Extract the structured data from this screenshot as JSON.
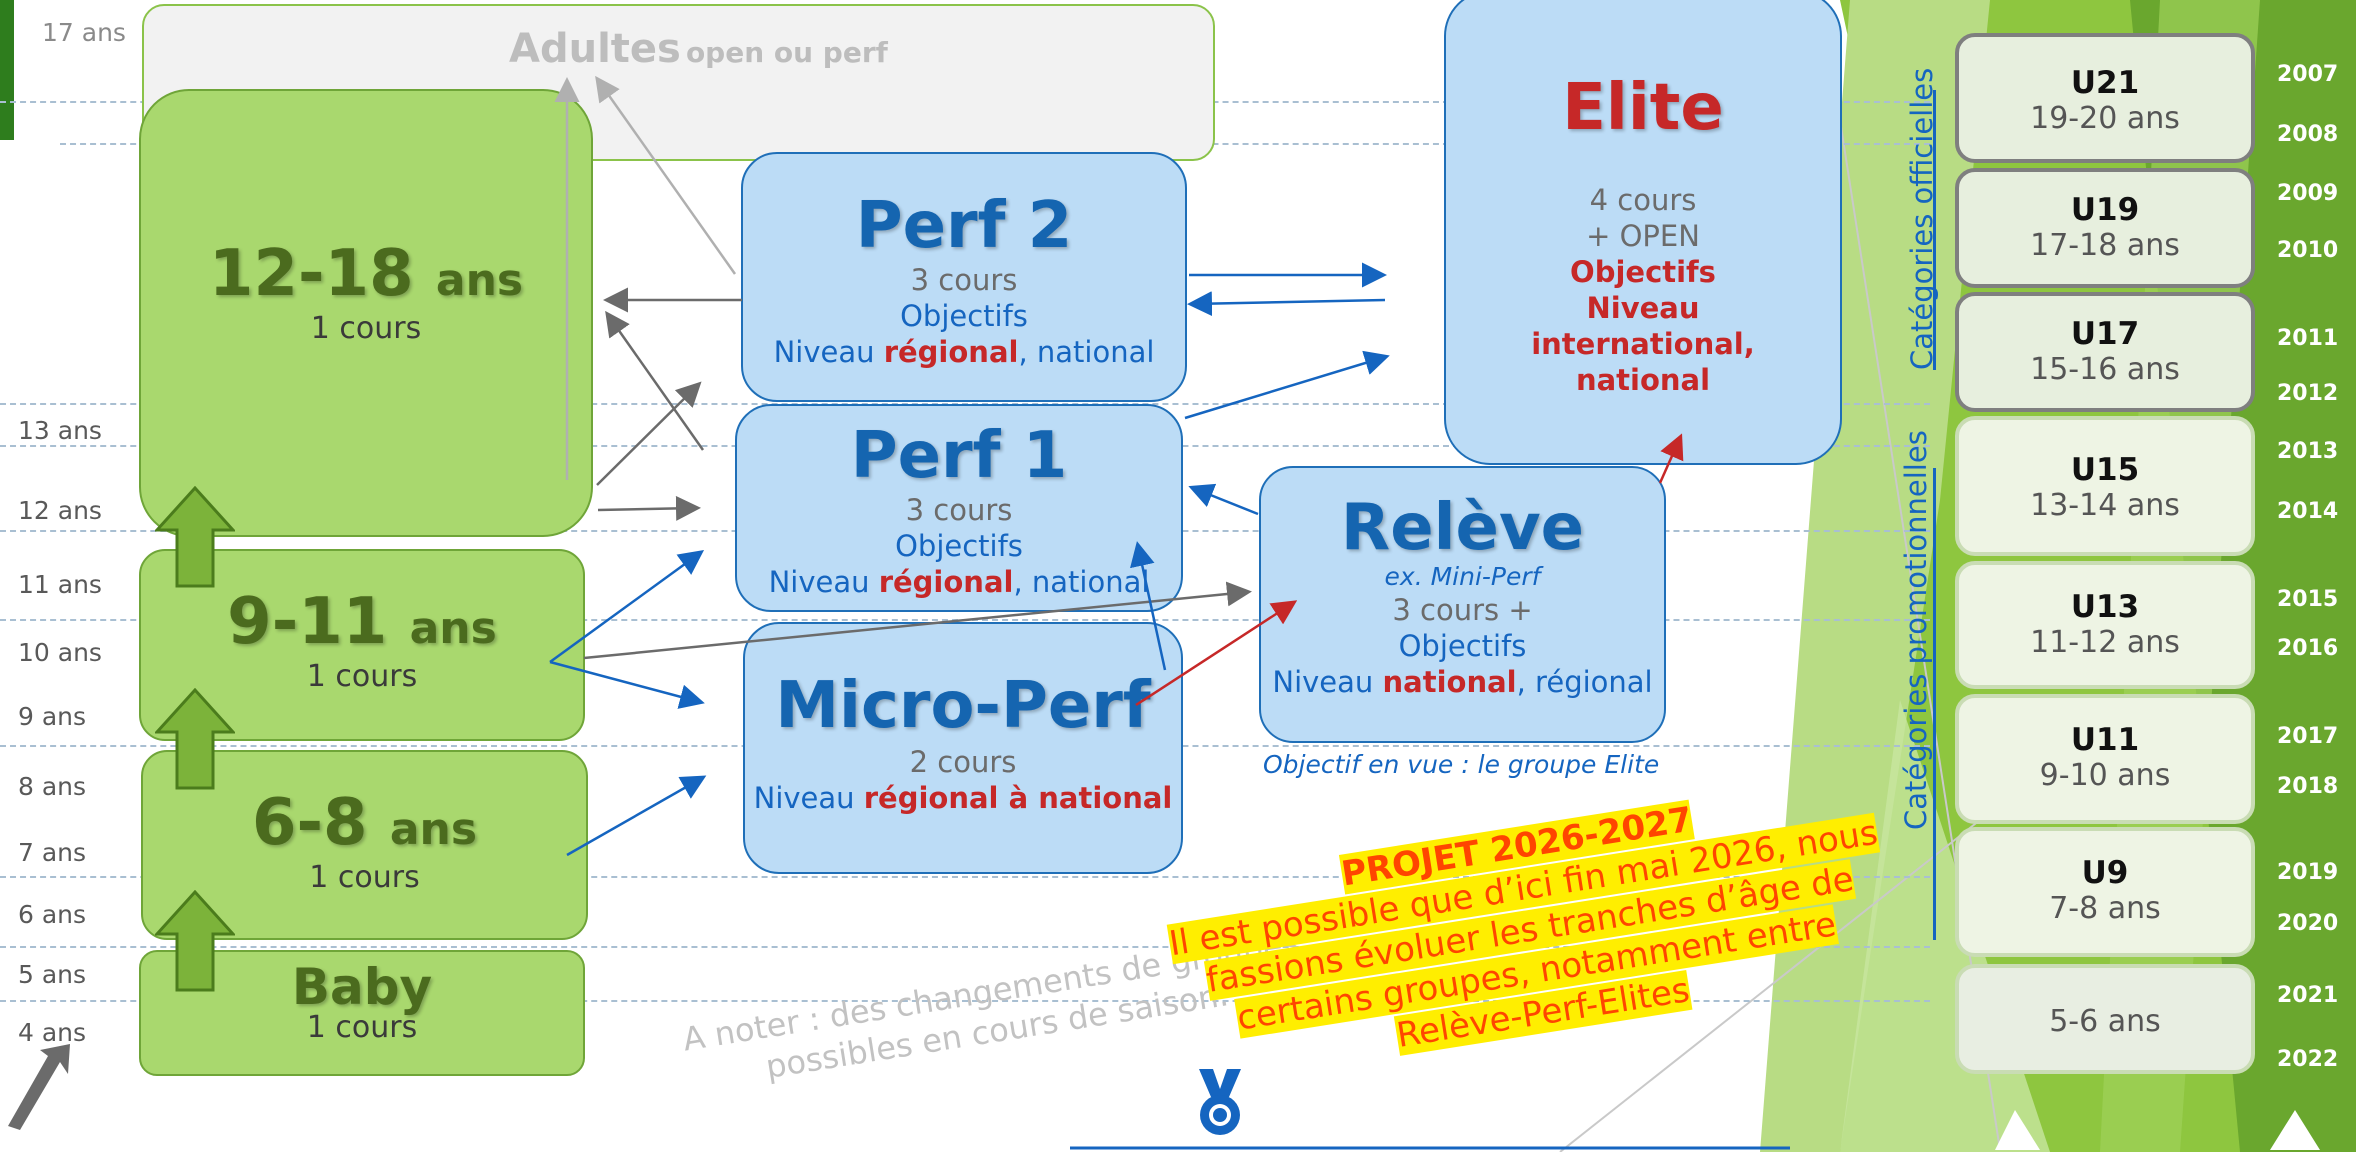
{
  "age_labels": [
    "17 ans",
    "13 ans",
    "12 ans",
    "11 ans",
    "10 ans",
    "9 ans",
    "8 ans",
    "7 ans",
    "6 ans",
    "5 ans",
    "4 ans"
  ],
  "adultes": {
    "title": "Adultes",
    "sub": "open ou perf"
  },
  "groups": {
    "g1218": {
      "title": "12-18",
      "unit": "ans",
      "sub": "1 cours"
    },
    "g911": {
      "title": "9-11",
      "unit": "ans",
      "sub": "1 cours"
    },
    "g68": {
      "title": "6-8",
      "unit": "ans",
      "sub": "1 cours"
    },
    "baby": {
      "title": "Baby",
      "sub": "1 cours"
    }
  },
  "perf2": {
    "title": "Perf 2",
    "cours": "3 cours",
    "obj": "Objectifs",
    "lvl_a": "Niveau ",
    "lvl_b": "régional",
    "lvl_c": ", national"
  },
  "perf1": {
    "title": "Perf 1",
    "cours": "3 cours",
    "obj": "Objectifs",
    "lvl_a": "Niveau ",
    "lvl_b": "régional",
    "lvl_c": ", national"
  },
  "micro": {
    "title": "Micro-Perf",
    "cours": "2 cours",
    "lvl_a": "Niveau ",
    "lvl_b": "régional à national"
  },
  "elite": {
    "title": "Elite",
    "c1": "4 cours",
    "c2": "+ OPEN",
    "obj": "Objectifs",
    "lvl": "Niveau international, national"
  },
  "releve": {
    "title": "Relève",
    "ex": "ex. Mini-Perf",
    "cours": "3 cours +",
    "obj": "Objectifs",
    "lvl_a": "Niveau ",
    "lvl_b": "national",
    "lvl_c": ", régional",
    "note": "Objectif en vue : le groupe Elite"
  },
  "project": {
    "title": "PROJET 2026-2027",
    "l1": "Il est possible que d’ici fin mai 2026, nous",
    "l2": "fassions évoluer les tranches d’âge de",
    "l3": "certains groupes, notamment entre",
    "l4": "Relève-Perf-Elites"
  },
  "note": {
    "l1": "A noter : des changements de groupes",
    "l2": "possibles en cours de saison."
  },
  "side": {
    "officielles": "Catégories officielles",
    "promotionnelles": "Catégories promotionnelles"
  },
  "categories": [
    {
      "u": "U21",
      "ages": "19-20 ans",
      "y1": "2007",
      "y2": "2008"
    },
    {
      "u": "U19",
      "ages": "17-18 ans",
      "y1": "2009",
      "y2": "2010"
    },
    {
      "u": "U17",
      "ages": "15-16 ans",
      "y1": "2011",
      "y2": "2012"
    },
    {
      "u": "U15",
      "ages": "13-14 ans",
      "y1": "2013",
      "y2": "2014"
    },
    {
      "u": "U13",
      "ages": "11-12 ans",
      "y1": "2015",
      "y2": "2016"
    },
    {
      "u": "U11",
      "ages": "9-10 ans",
      "y1": "2017",
      "y2": "2018"
    },
    {
      "u": "U9",
      "ages": "7-8 ans",
      "y1": "2019",
      "y2": "2020"
    },
    {
      "u": "",
      "ages": "5-6 ans",
      "y1": "2021",
      "y2": "2022"
    }
  ],
  "colors": {
    "green": "#a9d86e",
    "blue_box": "#bcdcf6",
    "accent_blue": "#1565c0",
    "red": "#c62828",
    "highlight": "#ffee00"
  }
}
